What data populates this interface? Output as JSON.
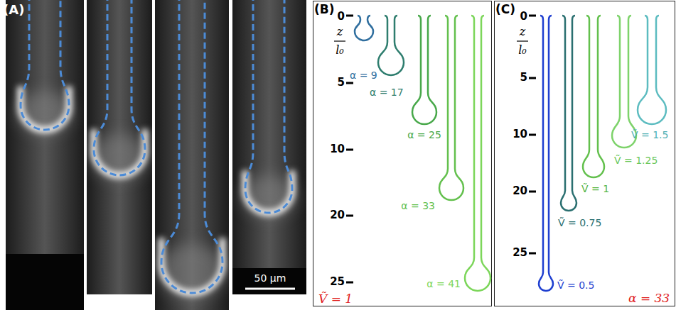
{
  "diagram": {
    "labels": [
      "(A)",
      "50 μm",
      "(B)",
      "0",
      "z",
      "l₀",
      "5",
      "10",
      "20",
      "25",
      "α = 9",
      "α = 17",
      "α = 25",
      "α = 33",
      "α = 41",
      "Ṽ = 1",
      "(C)",
      "0",
      "z",
      "l₀",
      "5",
      "10",
      "20",
      "25",
      "Ṽ = 1.5",
      "Ṽ = 1.25",
      "Ṽ = 1",
      "Ṽ = 0.75",
      "Ṽ = 0.5",
      "α = 33"
    ]
  }
}
